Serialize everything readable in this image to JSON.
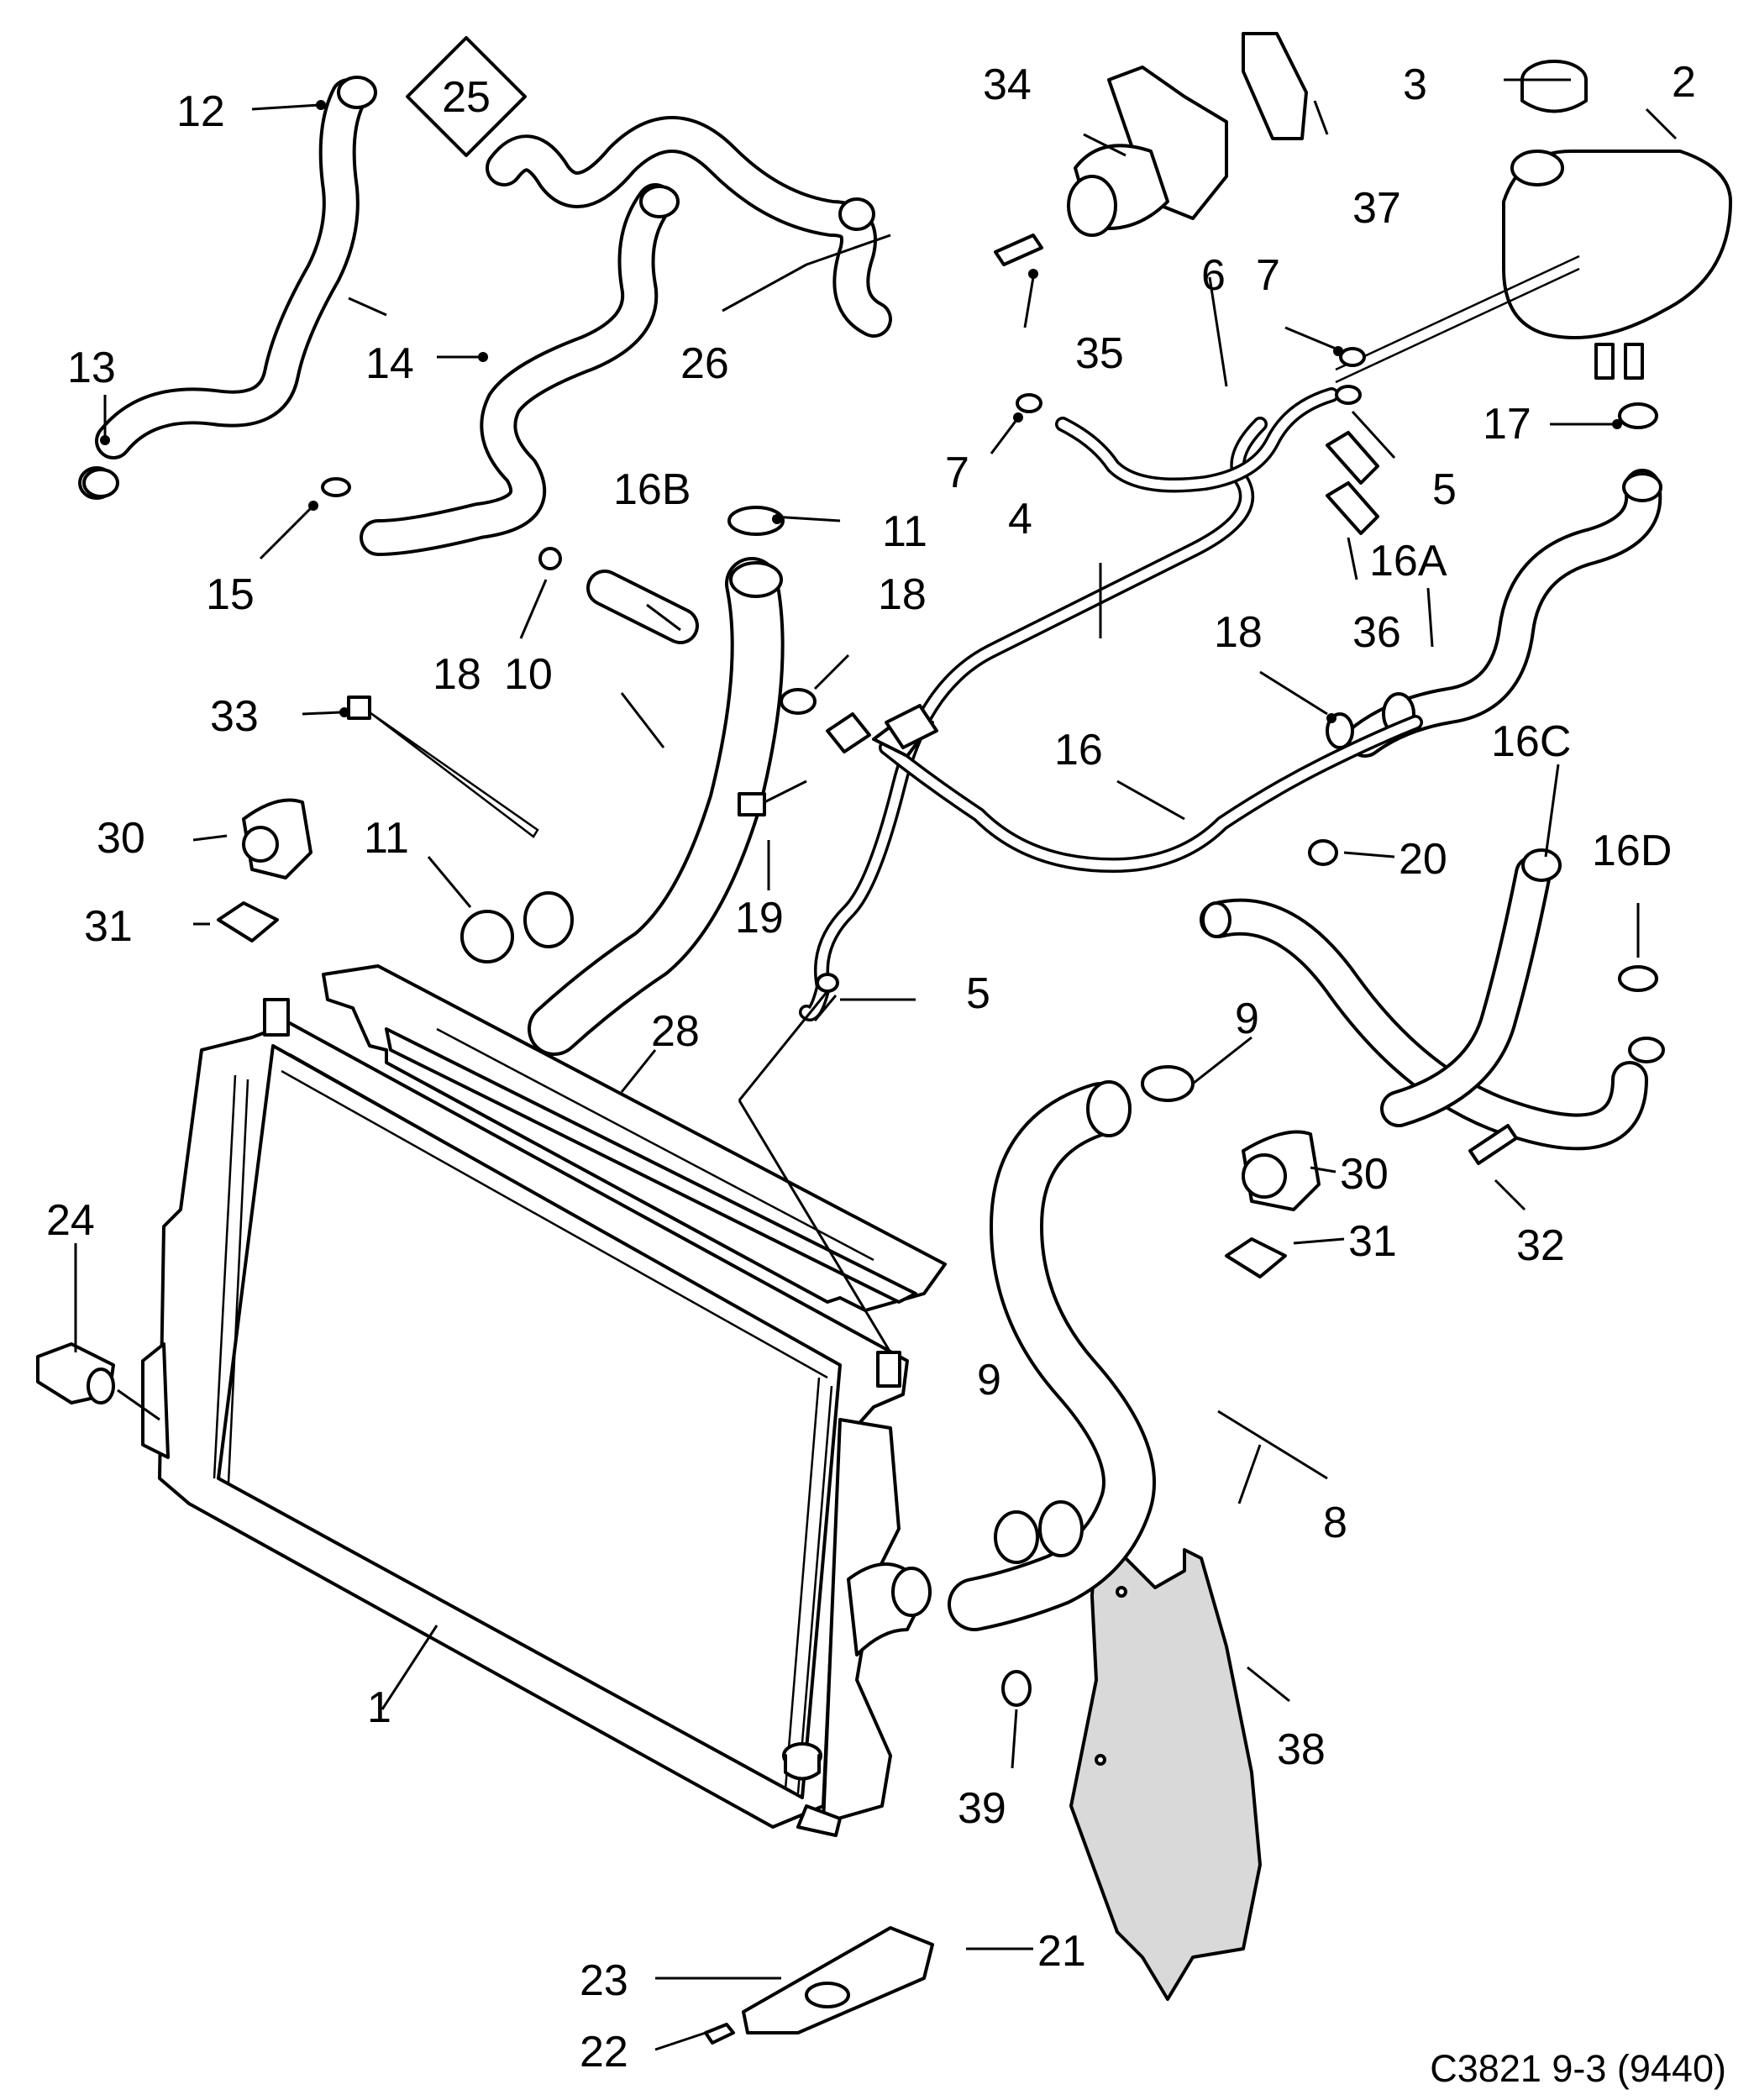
{
  "diagram": {
    "labels": {
      "1": "1",
      "2": "2",
      "3": "3",
      "4": "4",
      "5a": "5",
      "5b": "5",
      "6": "6",
      "7a": "7",
      "7b": "7",
      "8": "8",
      "9a": "9",
      "9b": "9",
      "10": "10",
      "11a": "11",
      "11b": "11",
      "12": "12",
      "13": "13",
      "14": "14",
      "15": "15",
      "16": "16",
      "16A": "16A",
      "16B": "16B",
      "16C": "16C",
      "16D": "16D",
      "17": "17",
      "18a": "18",
      "18b": "18",
      "18c": "18",
      "19": "19",
      "20": "20",
      "21": "21",
      "22": "22",
      "23": "23",
      "24": "24",
      "25": "25",
      "26": "26",
      "28": "28",
      "30a": "30",
      "30b": "30",
      "31a": "31",
      "31b": "31",
      "32": "32",
      "33": "33",
      "34": "34",
      "35": "35",
      "36": "36",
      "37": "37",
      "38": "38",
      "39": "39"
    },
    "reference": "C3821 9-3 (9440)"
  }
}
